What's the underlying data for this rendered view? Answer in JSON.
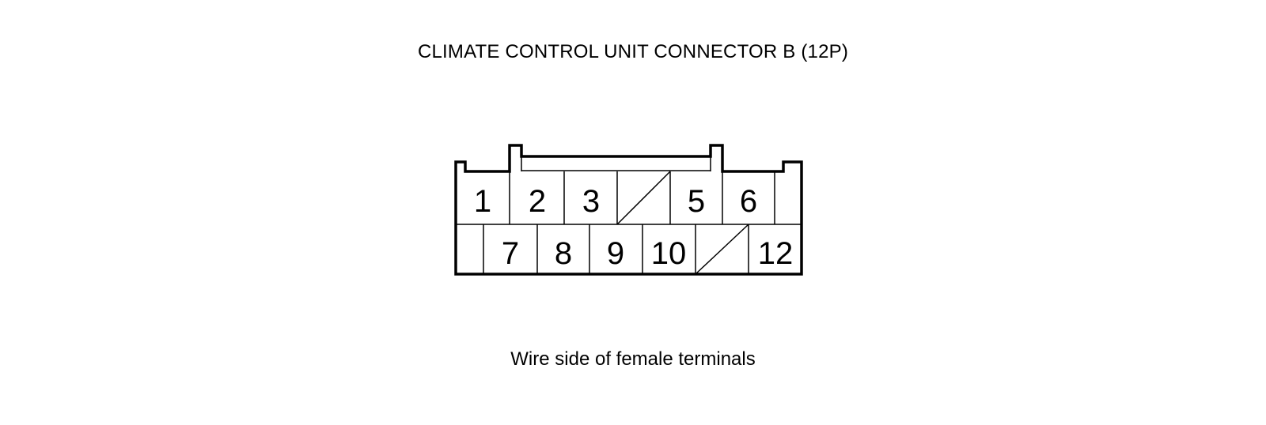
{
  "diagram": {
    "title": "CLIMATE CONTROL UNIT CONNECTOR B (12P)",
    "caption": "Wire side of female terminals",
    "stroke_color": "#000000",
    "top_row": [
      {
        "cell": 1,
        "label": "1",
        "blank": false
      },
      {
        "cell": 2,
        "label": "2",
        "blank": false
      },
      {
        "cell": 3,
        "label": "3",
        "blank": false
      },
      {
        "cell": 4,
        "label": "",
        "blank": true
      },
      {
        "cell": 5,
        "label": "5",
        "blank": false
      },
      {
        "cell": 6,
        "label": "6",
        "blank": false
      }
    ],
    "bottom_row": [
      {
        "cell": 7,
        "label": "7",
        "blank": false
      },
      {
        "cell": 8,
        "label": "8",
        "blank": false
      },
      {
        "cell": 9,
        "label": "9",
        "blank": false
      },
      {
        "cell": 10,
        "label": "10",
        "blank": false
      },
      {
        "cell": 11,
        "label": "",
        "blank": true
      },
      {
        "cell": 12,
        "label": "12",
        "blank": false
      }
    ]
  }
}
